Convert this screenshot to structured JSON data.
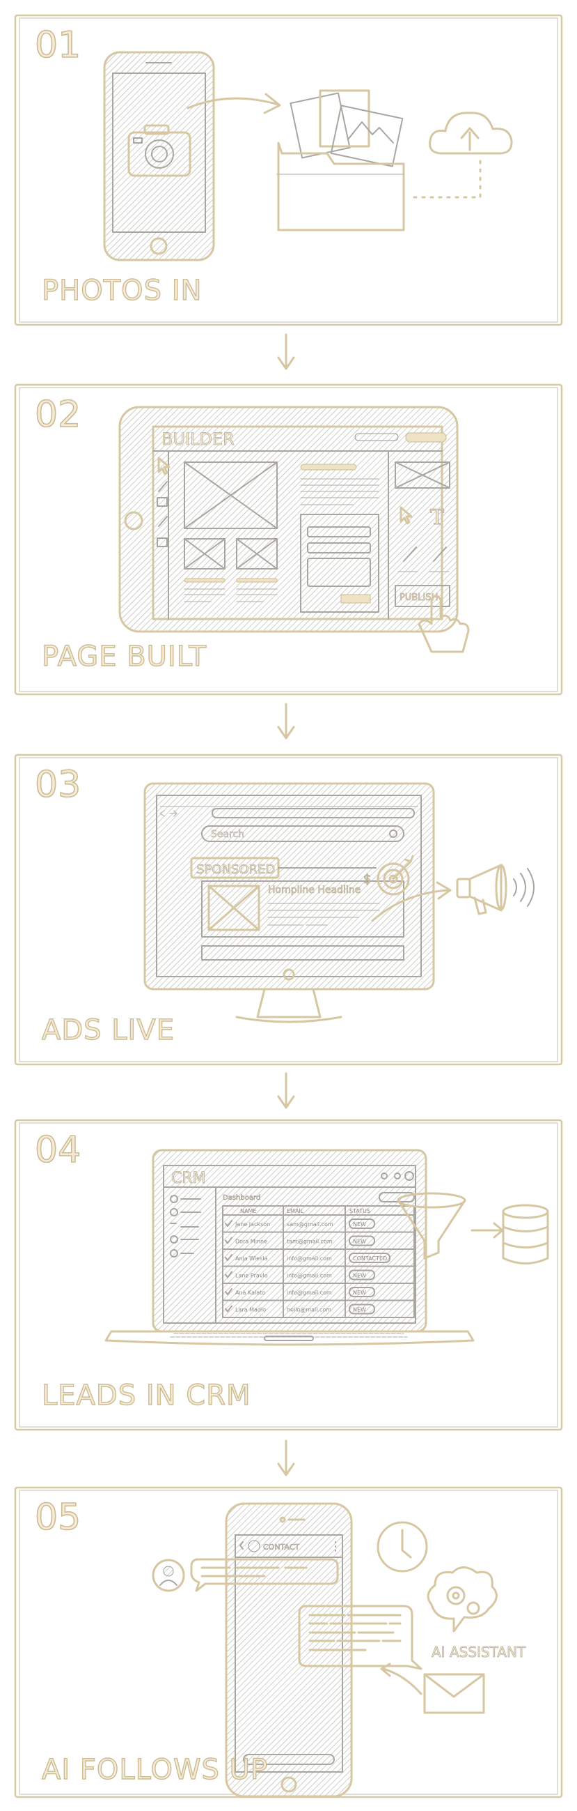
{
  "steps": [
    {
      "number": "01",
      "label": "PHOTOS IN"
    },
    {
      "number": "02",
      "label": "PAGE BUILT",
      "builder": {
        "title": "BUILDER",
        "publish_label": "PUBLISH"
      }
    },
    {
      "number": "03",
      "label": "ADS LIVE",
      "ad": {
        "search_placeholder": "Search",
        "badge": "SPONSORED",
        "headline": "Hompline Headline",
        "currency_symbol": "$"
      }
    },
    {
      "number": "04",
      "label": "LEADS IN CRM",
      "crm": {
        "title": "CRM",
        "section": "Dashboard",
        "columns": [
          "NAME",
          "EMAIL",
          "STATUS"
        ],
        "rows": [
          {
            "name": "Jane Jackson",
            "email": "sam@gmail.com",
            "status": "NEW"
          },
          {
            "name": "Dora Minne",
            "email": "tam@gmail.com",
            "status": "NEW"
          },
          {
            "name": "Anja Wiesla",
            "email": "info@gmail.com",
            "status": "CONTACTED"
          },
          {
            "name": "Lane Pravlo",
            "email": "info@gmail.com",
            "status": "NEW"
          },
          {
            "name": "Ana Kalato",
            "email": "info@gmail.com",
            "status": "NEW"
          },
          {
            "name": "Lara Madlo",
            "email": "hello@mail.com",
            "status": "NEW"
          }
        ]
      }
    },
    {
      "number": "05",
      "label": "AI FOLLOWS UP",
      "chat": {
        "contact_label": "CONTACT",
        "assistant_label": "AI ASSISTANT"
      }
    }
  ],
  "colors": {
    "sketch_beige": "#d6c7a2",
    "pencil_gray": "#a9a6a0",
    "label_fill": "#f4ecd9"
  },
  "icons": [
    "camera-icon",
    "arrow-icon",
    "folder-photos-icon",
    "cloud-upload-icon",
    "cursor-icon",
    "text-tool-icon",
    "pencil-icon",
    "pointing-hand-icon",
    "target-icon",
    "megaphone-icon",
    "funnel-icon",
    "database-icon",
    "user-avatar-icon",
    "clock-icon",
    "ai-brain-gears-icon",
    "envelope-icon",
    "down-arrow-icon"
  ]
}
